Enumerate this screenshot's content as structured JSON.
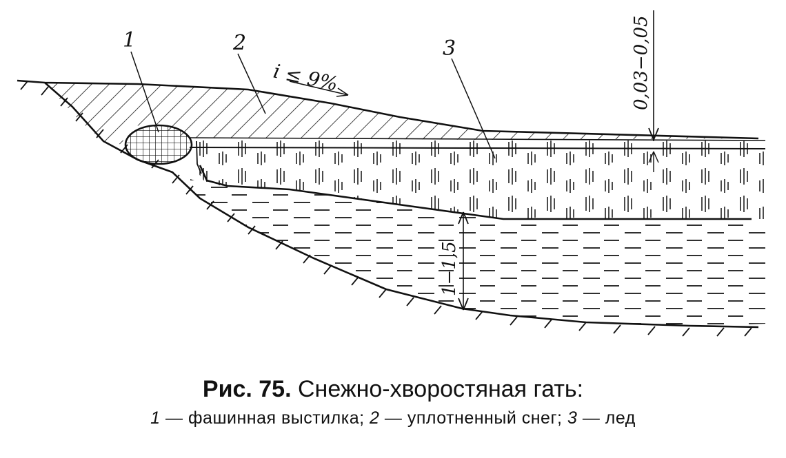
{
  "figure": {
    "labels": {
      "l1": "1",
      "l2": "2",
      "l3": "3"
    },
    "slope": "i ≤ 9%",
    "dim_top": "0,03−0,05",
    "dim_side": "1−1,5"
  },
  "caption": {
    "fig_no": "Рис. 75.",
    "title": "Снежно-хворостяная гать:",
    "legend": [
      {
        "num": "1",
        "text": "— фашинная выстилка;"
      },
      {
        "num": "2",
        "text": "— уплотненный снег;"
      },
      {
        "num": "3",
        "text": "— лед"
      }
    ]
  },
  "colors": {
    "ink": "#111111",
    "paper": "#ffffff"
  }
}
